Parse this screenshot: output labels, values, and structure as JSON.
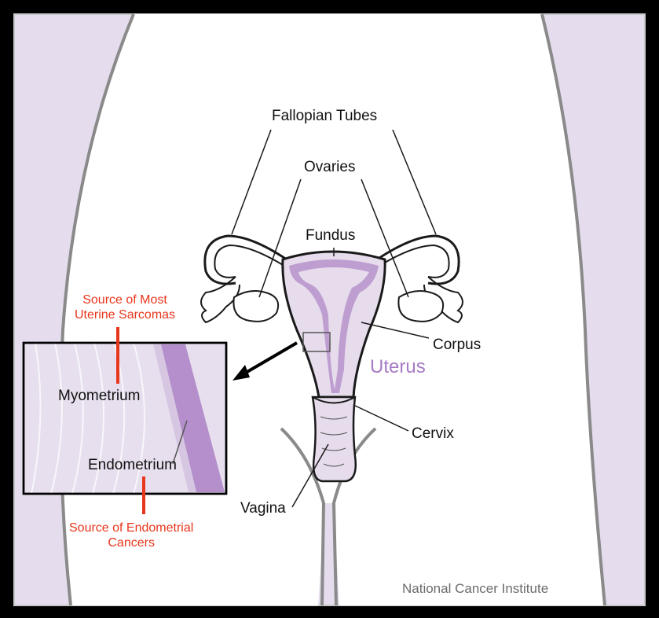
{
  "labels": {
    "fallopian_tubes": "Fallopian Tubes",
    "ovaries": "Ovaries",
    "fundus": "Fundus",
    "corpus": "Corpus",
    "uterus": "Uterus",
    "cervix": "Cervix",
    "vagina": "Vagina",
    "myometrium": "Myometrium",
    "endometrium": "Endometrium"
  },
  "annotations": {
    "source_sarcoma_line1": "Source of Most",
    "source_sarcoma_line2": "Uterine Sarcomas",
    "source_endometrial_line1": "Source of Endometrial",
    "source_endometrial_line2": "Cancers"
  },
  "credit": "National Cancer Institute",
  "colors": {
    "background_lavender": "#e5dced",
    "tissue_light": "#e6dcec",
    "endometrium_purple": "#b48fcb",
    "outline": "#1a1a1a",
    "body_outline": "#8a8a8a",
    "annotation_red": "#e8361c",
    "uterus_label": "#a67bc4"
  }
}
